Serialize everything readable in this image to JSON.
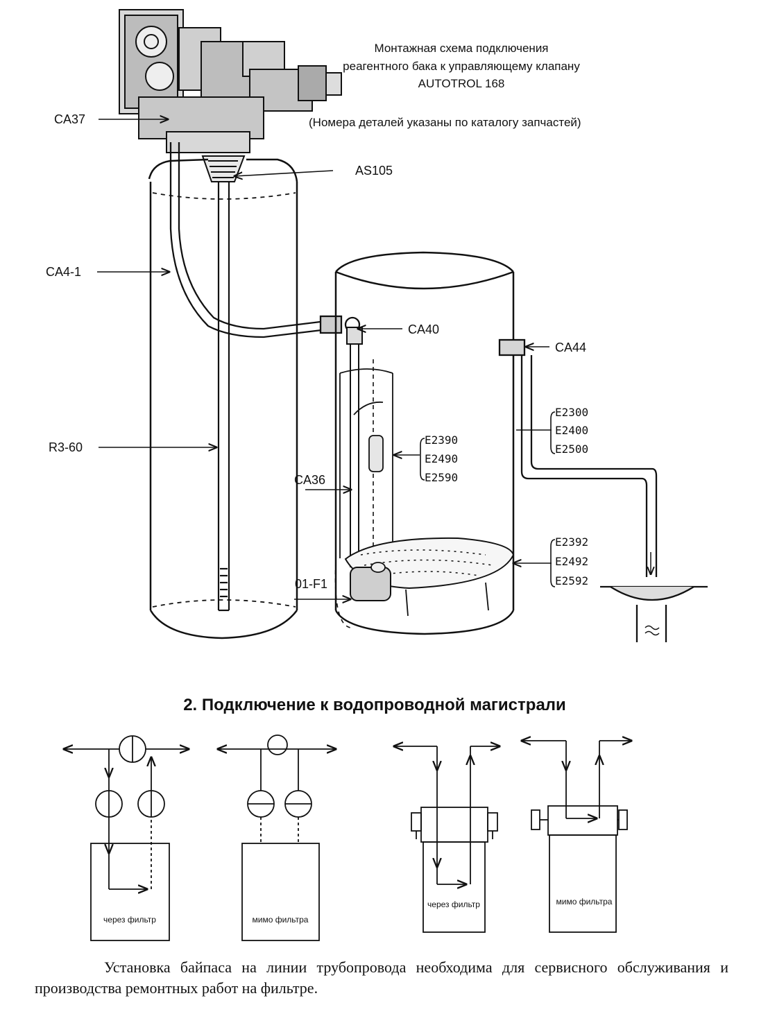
{
  "header": {
    "title_line1": "Монтажная схема подключения",
    "title_line2": "реагентного бака к управляющему клапану",
    "title_line3": "AUTOTROL 168",
    "note": "(Номера деталей указаны по каталогу запчастей)"
  },
  "labels": {
    "ca37": "CA37",
    "as105": "AS105",
    "ca4_1": "CA4-1",
    "r3_60": "R3-60",
    "ca40": "CA40",
    "ca44": "CA44",
    "ca36": "CA36",
    "f1": "01-F1",
    "e_group1": [
      "E2300",
      "E2400",
      "E2500"
    ],
    "e_group2": [
      "E2390",
      "E2490",
      "E2590"
    ],
    "e_group3": [
      "E2392",
      "E2492",
      "E2592"
    ]
  },
  "section2": {
    "heading": "2. Подключение к водопроводной магистрали",
    "box1": "через фильтр",
    "box2": "мимо фильтра",
    "box3": "через фильтр",
    "box4": "мимо фильтра"
  },
  "caption": "Установка байпаса на линии трубопровода необходима для сервисного обслуживания и производства ремонтных работ на фильтре."
}
